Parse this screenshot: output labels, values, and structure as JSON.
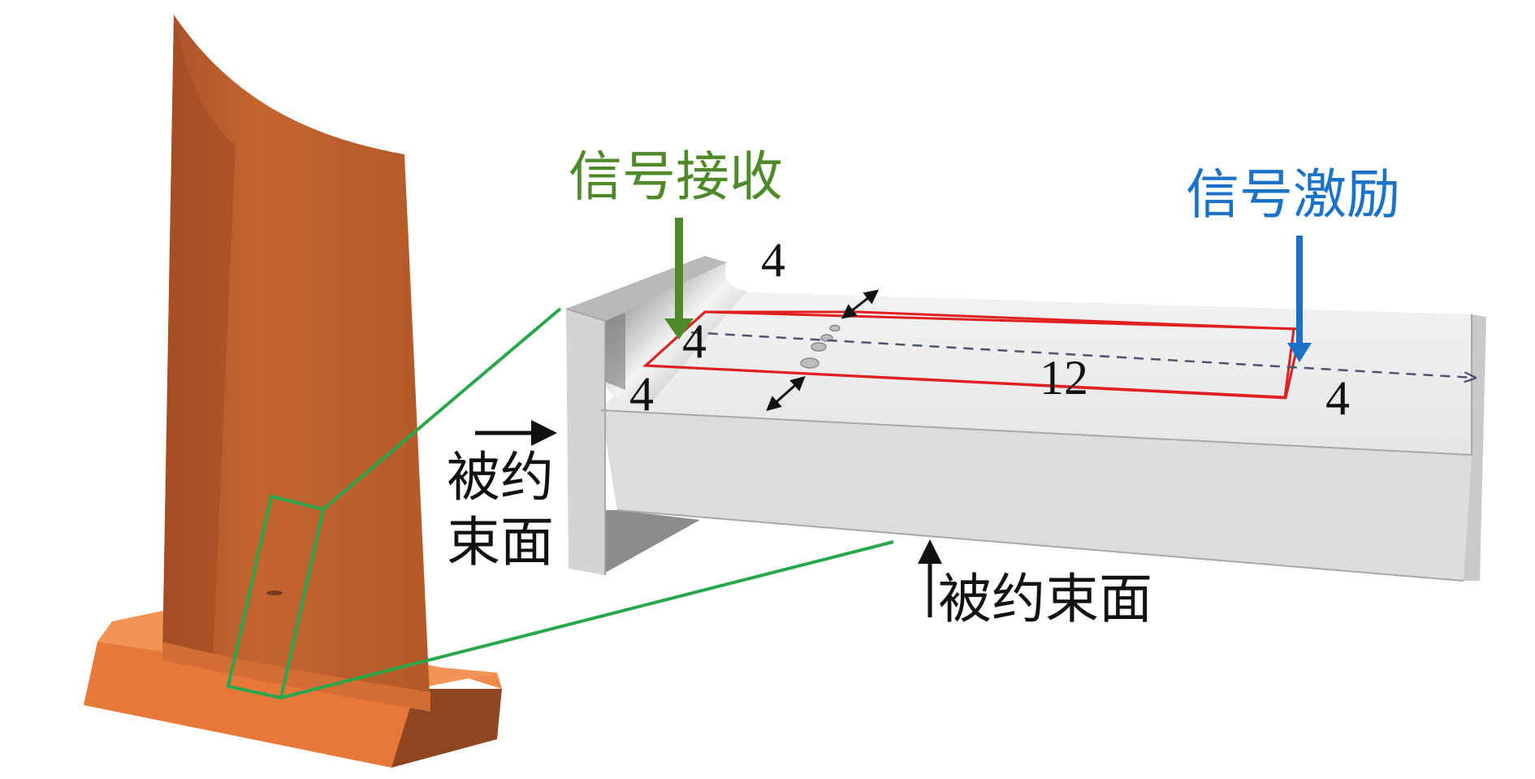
{
  "labels": {
    "signal_receive": "信号接收",
    "signal_excite": "信号激励",
    "constrained_face_left_line1": "被约",
    "constrained_face_left_line2": "束面",
    "constrained_face_bottom": "被约束面"
  },
  "dimensions": {
    "top_width": "4",
    "inner_offset": "4",
    "left_offset": "4",
    "length": "12",
    "right_offset": "4"
  },
  "colors": {
    "blade": "#c0612f",
    "blade_dark": "#9e4a22",
    "blade_light": "#d8763e",
    "base": "#e8773a",
    "specimen_top": "#ededed",
    "specimen_front": "#dadada",
    "specimen_dark": "#9a9a9a",
    "callout": "#29a84b",
    "region": "#e02020",
    "receive": "#4f8a2a",
    "excite": "#1a73c9",
    "path": "#4a5670"
  }
}
